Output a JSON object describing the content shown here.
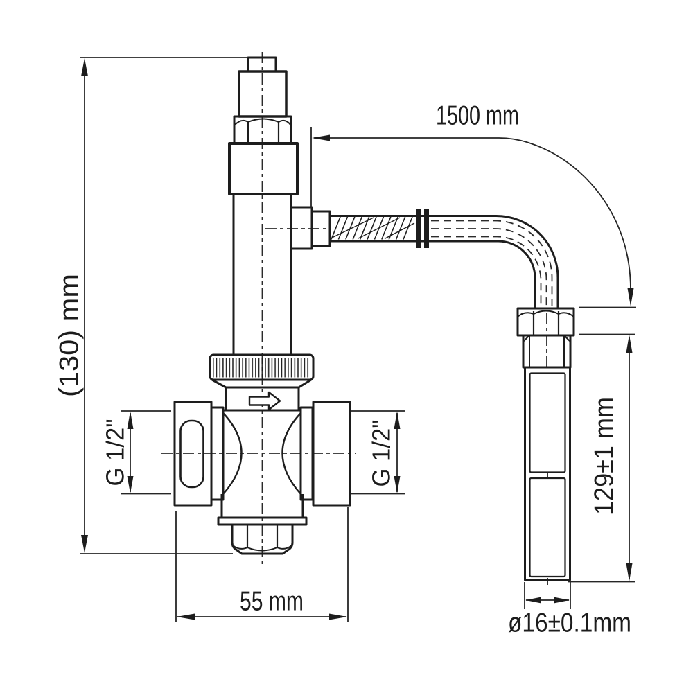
{
  "drawing": {
    "labels": {
      "overall_height": "(130) mm",
      "capillary_length": "1500 mm",
      "left_thread": "G 1/2\"",
      "right_thread": "G 1/2\"",
      "valve_width": "55 mm",
      "sensor_length": "129±1 mm",
      "sensor_diameter": "ø16±0.1mm"
    },
    "colors": {
      "line": "#1d1d1d",
      "sensor_fill": "#fa969c",
      "background": "#ffffff"
    }
  }
}
